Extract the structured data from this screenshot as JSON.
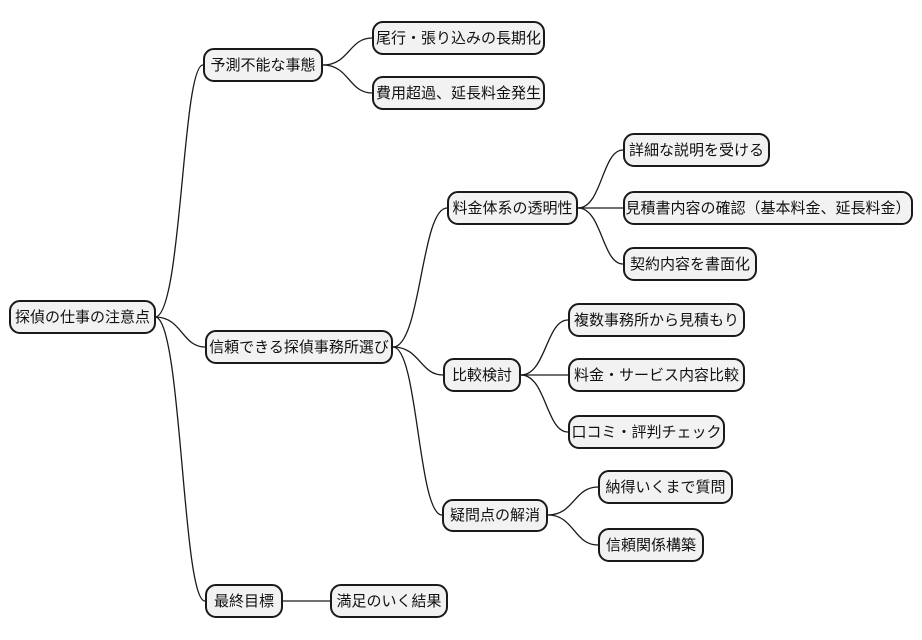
{
  "mindmap": {
    "type": "mindmap",
    "direction": "left-to-right",
    "root": {
      "label": "探偵の仕事の注意点",
      "children": [
        {
          "label": "予測不能な事態",
          "children": [
            {
              "label": "尾行・張り込みの長期化"
            },
            {
              "label": "費用超過、延長料金発生"
            }
          ]
        },
        {
          "label": "信頼できる探偵事務所選び",
          "children": [
            {
              "label": "料金体系の透明性",
              "children": [
                {
                  "label": "詳細な説明を受ける"
                },
                {
                  "label": "見積書内容の確認（基本料金、延長料金）"
                },
                {
                  "label": "契約内容を書面化"
                }
              ]
            },
            {
              "label": "比較検討",
              "children": [
                {
                  "label": "複数事務所から見積もり"
                },
                {
                  "label": "料金・サービス内容比較"
                },
                {
                  "label": "口コミ・評判チェック"
                }
              ]
            },
            {
              "label": "疑問点の解消",
              "children": [
                {
                  "label": "納得いくまで質問"
                },
                {
                  "label": "信頼関係構築"
                }
              ]
            }
          ]
        },
        {
          "label": "最終目標",
          "children": [
            {
              "label": "満足のいく結果"
            }
          ]
        }
      ]
    },
    "style": {
      "background": "#ffffff",
      "node_fill": "#f2f2f2",
      "node_border": "#1a1a1a",
      "edge_color": "#1a1a1a",
      "text_color": "#111111"
    }
  }
}
